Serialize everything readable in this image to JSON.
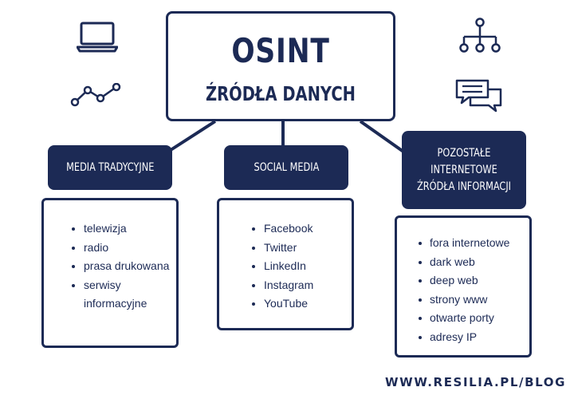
{
  "title": "OSINT",
  "subtitle": "ŹRÓDŁA DANYCH",
  "categories": [
    {
      "label": "MEDIA TRADYCYJNE",
      "items": [
        "telewizja",
        "radio",
        "prasa drukowana",
        "serwisy informacyjne"
      ]
    },
    {
      "label": "SOCIAL MEDIA",
      "items": [
        "Facebook",
        "Twitter",
        "LinkedIn",
        "Instagram",
        "YouTube"
      ]
    },
    {
      "label": "POZOSTAŁE INTERNETOWE ŹRÓDŁA INFORMACJI",
      "items": [
        "fora internetowe",
        "dark web",
        "deep web",
        "strony www",
        "otwarte porty",
        "adresy IP"
      ]
    }
  ],
  "footer": "WWW.RESILIA.PL/BLOG",
  "icons": [
    "laptop-icon",
    "line-chart-icon",
    "hierarchy-icon",
    "chat-bubbles-icon"
  ],
  "colors": {
    "primary": "#1c2a55",
    "background": "#ffffff"
  }
}
